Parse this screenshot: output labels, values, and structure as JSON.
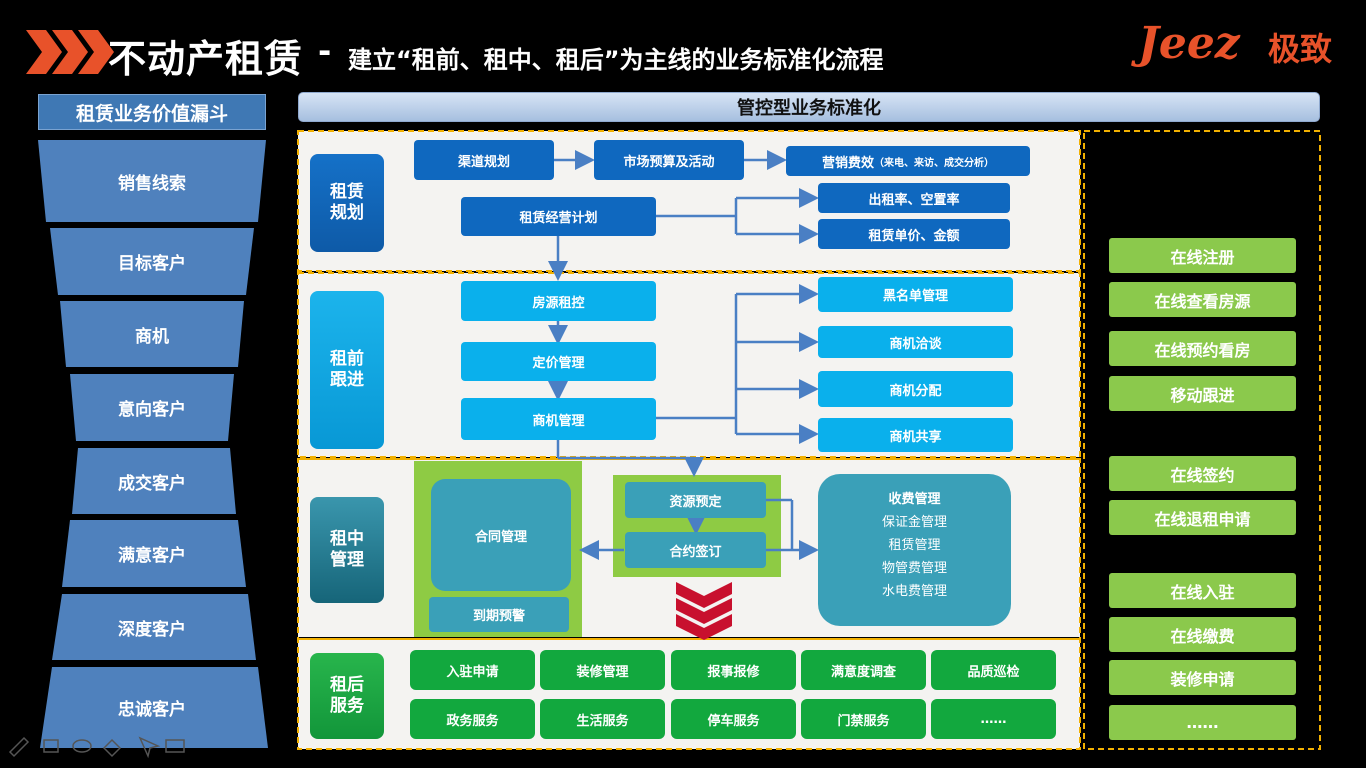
{
  "header": {
    "title_main": "不动产租赁",
    "title_dash": "-",
    "title_sub": "建立“租前、租中、租后”为主线的业务标准化流程",
    "logo_text": "Jeez",
    "logo_cn": "极致",
    "accent_color": "#e8522a"
  },
  "funnel": {
    "title": "租赁业务价值漏斗",
    "items": [
      "销售线索",
      "目标客户",
      "商机",
      "意向客户",
      "成交客户",
      "满意客户",
      "深度客户",
      "忠诚客户"
    ]
  },
  "main": {
    "band_title": "管控型业务标准化",
    "planning": {
      "label": "租赁\n规划",
      "channel": "渠道规划",
      "market": "市场预算及活动",
      "marketing_eff": "营销费效",
      "marketing_eff_note": "（来电、来访、成交分析）",
      "lease_plan": "租赁经营计划",
      "occupancy": "出租率、空置率",
      "unit_price": "租赁单价、金额"
    },
    "pre_lease": {
      "label": "租前\n跟进",
      "room_control": "房源租控",
      "pricing": "定价管理",
      "opportunity": "商机管理",
      "blacklist": "黑名单管理",
      "negotiation": "商机洽谈",
      "allocation": "商机分配",
      "sharing": "商机共享"
    },
    "in_lease": {
      "label": "租中\n管理",
      "contract": "合同管理",
      "expiry": "到期预警",
      "reserve": "资源预定",
      "signing": "合约签订",
      "fees_title": "收费管理",
      "fees": [
        "保证金管理",
        "租赁管理",
        "物管费管理",
        "水电费管理"
      ]
    },
    "post_lease": {
      "label": "租后\n服务",
      "services": [
        "入驻申请",
        "装修管理",
        "报事报修",
        "满意度调查",
        "品质巡检",
        "政务服务",
        "生活服务",
        "停车服务",
        "门禁服务",
        "……"
      ]
    }
  },
  "online": {
    "items": [
      "在线注册",
      "在线查看房源",
      "在线预约看房",
      "移动跟进",
      "在线签约",
      "在线退租申请",
      "在线入驻",
      "在线缴费",
      "装修申请",
      "……"
    ]
  }
}
